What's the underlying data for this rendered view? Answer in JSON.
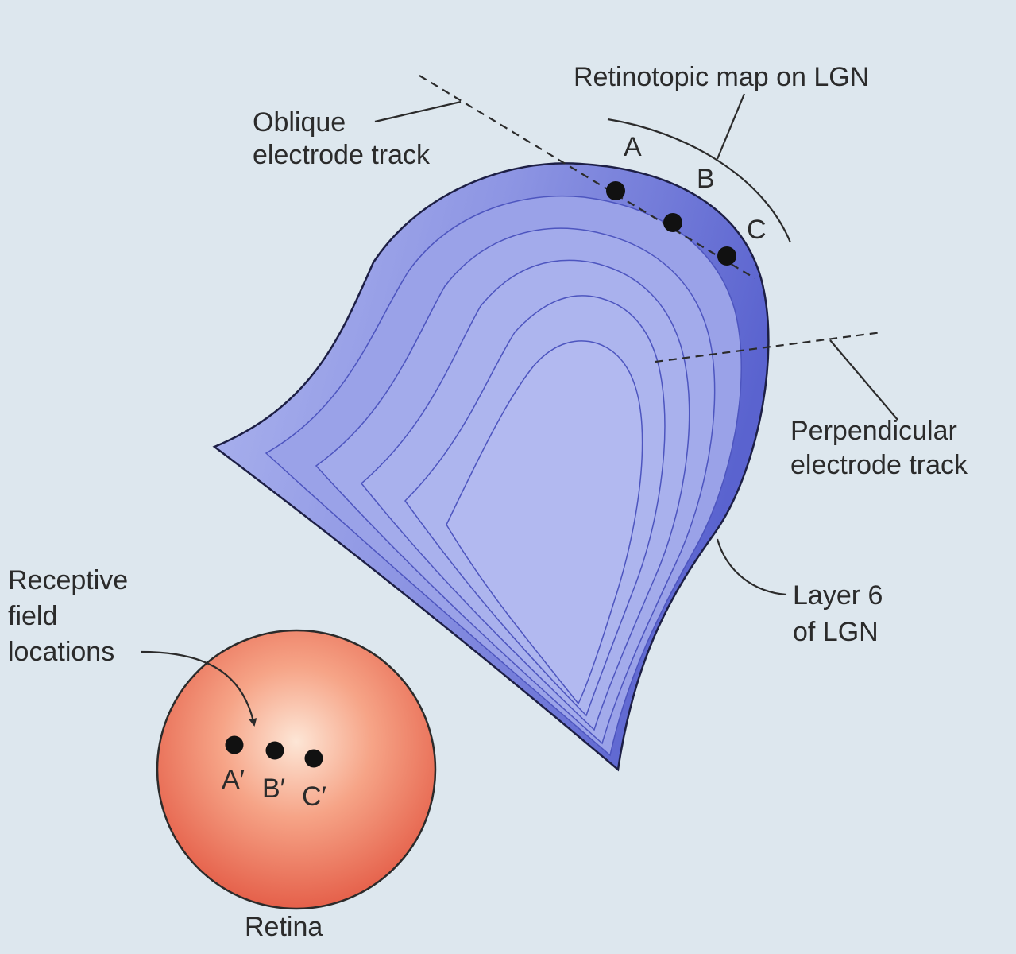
{
  "colors": {
    "background": "#dde7ee",
    "lgn_light": "#aeb6ef",
    "lgn_dark": "#5a63cf",
    "retina_center": "#fde6d6",
    "retina_edge": "#e5604a"
  },
  "labels": {
    "retinotopic_map": "Retinotopic map on LGN",
    "oblique_line1": "Oblique",
    "oblique_line2": "electrode track",
    "perpendicular_line1": "Perpendicular",
    "perpendicular_line2": "electrode track",
    "layer6_line1": "Layer 6",
    "layer6_line2": "of LGN",
    "receptive_line1": "Receptive",
    "receptive_line2": "field",
    "receptive_line3": "locations",
    "retina": "Retina"
  },
  "lgn_points": [
    {
      "label": "A"
    },
    {
      "label": "B"
    },
    {
      "label": "C"
    }
  ],
  "retina_points": [
    {
      "label": "A′"
    },
    {
      "label": "B′"
    },
    {
      "label": "C′"
    }
  ]
}
